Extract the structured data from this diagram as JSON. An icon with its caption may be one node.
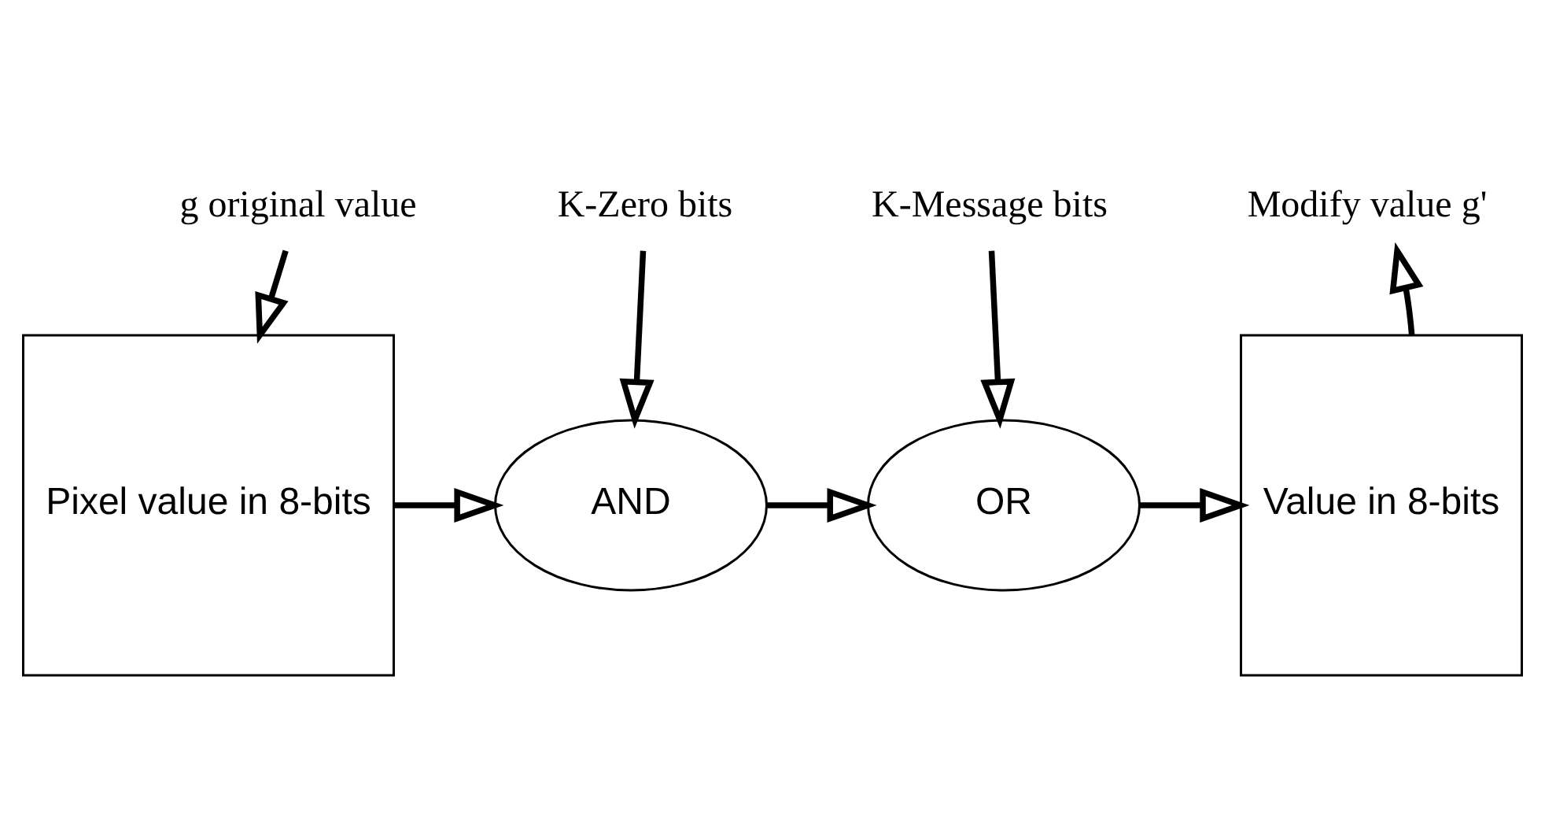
{
  "diagram": {
    "nodes": [
      {
        "text": [
          "g original value"
        ]
      },
      {
        "text": [
          "Pixel value in 8-bits"
        ]
      },
      {
        "text": [
          "K-Zero bits"
        ]
      },
      {
        "text": [
          "AND"
        ]
      },
      {
        "text": [
          "K-Message bits"
        ]
      },
      {
        "text": [
          "OR"
        ]
      },
      {
        "text": [
          "Value in 8-bits"
        ]
      },
      {
        "text": [
          "Modify value g'"
        ]
      }
    ],
    "edges": [
      {
        "from": 0,
        "to": 1,
        "arrow": "to"
      },
      {
        "from": 1,
        "to": 3,
        "arrow": "to"
      },
      {
        "from": 2,
        "to": 3,
        "arrow": "to"
      },
      {
        "from": 3,
        "to": 5,
        "arrow": "to"
      },
      {
        "from": 4,
        "to": 5,
        "arrow": "to"
      },
      {
        "from": 5,
        "to": 6,
        "arrow": "to"
      },
      {
        "from": 6,
        "to": 7,
        "arrow": "to"
      }
    ]
  }
}
